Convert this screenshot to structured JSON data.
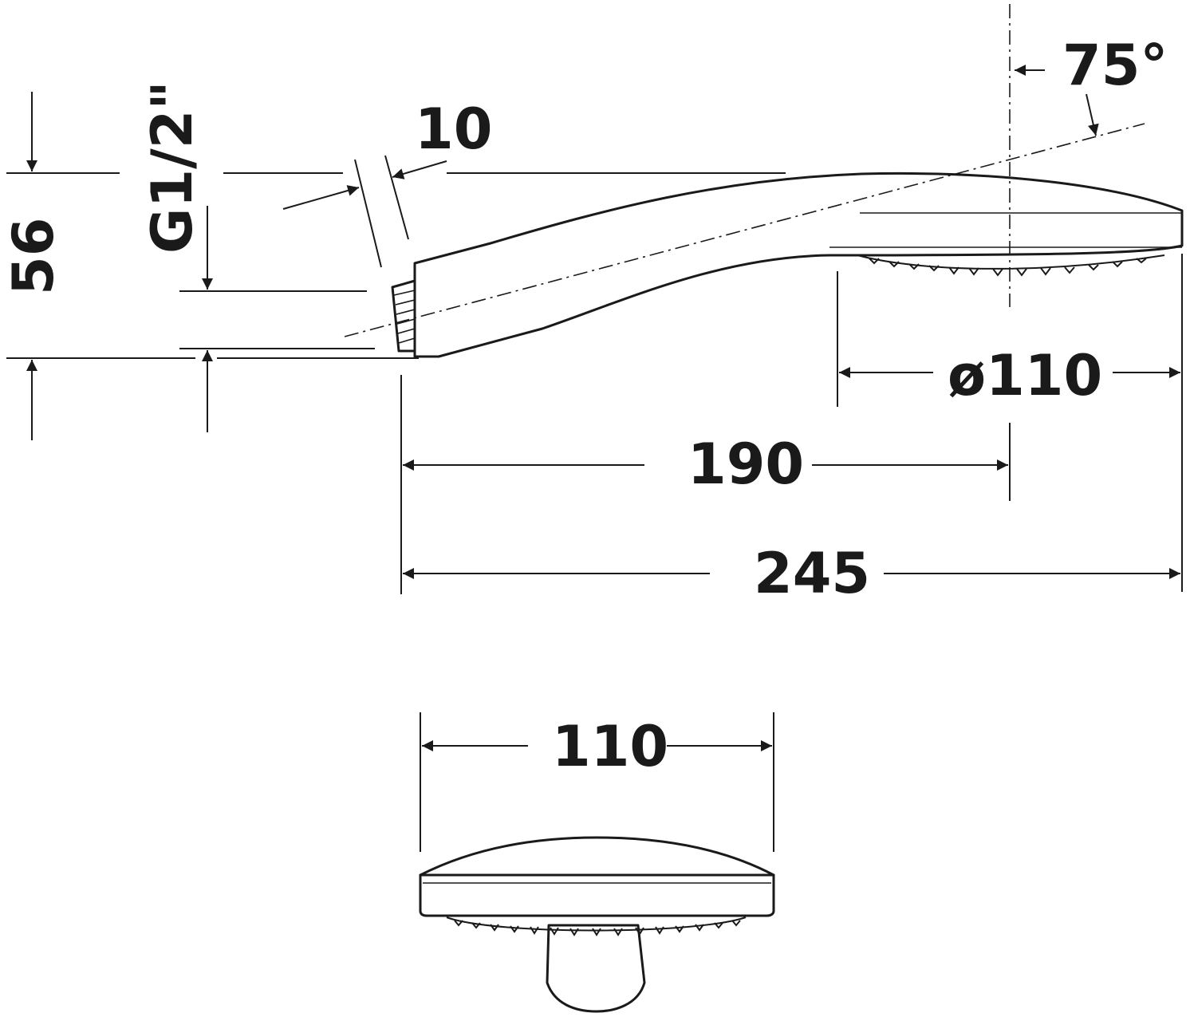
{
  "colors": {
    "line": "#1a1a1a",
    "background": "#ffffff"
  },
  "side_view": {
    "dimensions": {
      "angle": "75°",
      "thread_offset": "10",
      "thread": "G1/2\"",
      "height": "56",
      "head_diameter": "ø110",
      "center_length": "190",
      "total_length": "245"
    }
  },
  "front_view": {
    "dimensions": {
      "width": "110"
    }
  }
}
